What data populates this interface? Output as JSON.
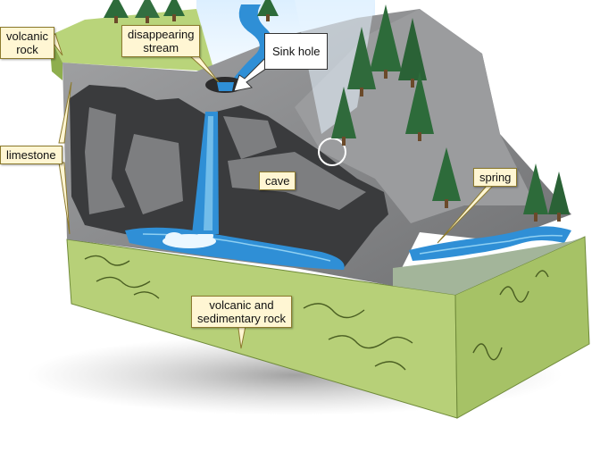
{
  "labels": {
    "volcanic_rock": "volcanic\nrock",
    "disappearing_stream": "disappearing\nstream",
    "sink_hole": "Sink hole",
    "limestone": "limestone",
    "cave": "cave",
    "spring": "spring",
    "volcanic_sedimentary": "volcanic and\nsedimentary rock"
  },
  "colors": {
    "grass": "#b9d47a",
    "grass_dark": "#9fbd5c",
    "rock": "#8f9091",
    "rock_dark": "#4f5052",
    "cave_dark": "#2e2f31",
    "water": "#2f8fd6",
    "water_light": "#8fd0f2",
    "tree": "#2d6b3a",
    "callout": "#fff6d3"
  }
}
